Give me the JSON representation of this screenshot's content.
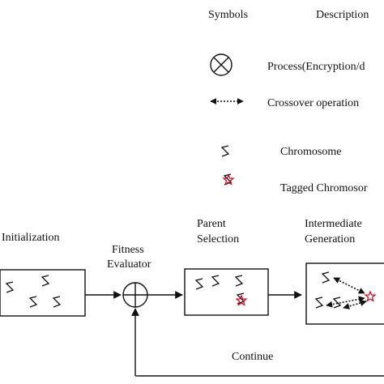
{
  "legend": {
    "header_symbols": "Symbols",
    "header_description": "Description",
    "process_desc": "Process(Encryption/d",
    "crossover_desc": "Crossover operation",
    "chromosome_desc": "Chromosome",
    "tagged_desc": "Tagged Chromosor"
  },
  "flow": {
    "initialization": "Initialization",
    "fitness_line1": "Fitness",
    "fitness_line2": "Evaluator",
    "parent_line1": "Parent",
    "parent_line2": "Selection",
    "intermediate_line1": "Intermediate",
    "intermediate_line2": "Generation",
    "continue_label": "Continue"
  },
  "colors": {
    "line": "#111111",
    "tag": "#d0021b"
  },
  "icons": {
    "process": "circle-x-icon",
    "crossover": "double-arrow-dotted-icon",
    "chromosome": "s-shape-icon",
    "tagged": "s-shape-star-icon"
  }
}
